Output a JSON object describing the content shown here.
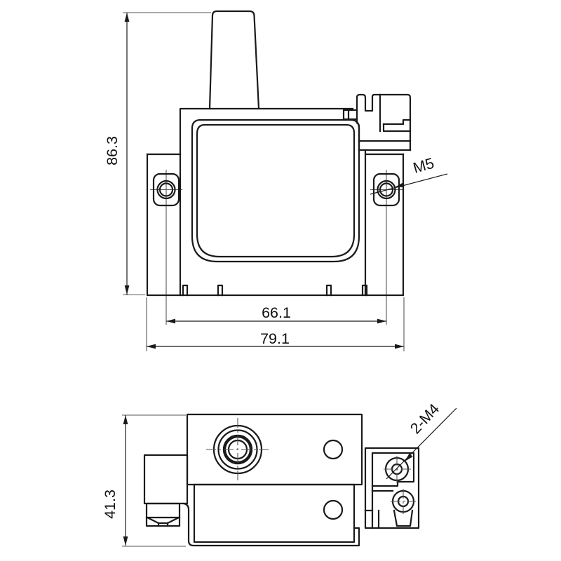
{
  "drawing": {
    "views": {
      "front": {
        "dims": {
          "height": "86.3",
          "hole_spacing": "66.1",
          "overall_width": "79.1"
        },
        "labels": {
          "mounting_hole_thread": "M5"
        }
      },
      "bottom": {
        "dims": {
          "depth": "41.3"
        },
        "labels": {
          "terminal_threads": "2-M4"
        }
      }
    },
    "colors": {
      "line": "#1a1a1a",
      "thin_line": "#555555",
      "background": "#ffffff"
    }
  }
}
